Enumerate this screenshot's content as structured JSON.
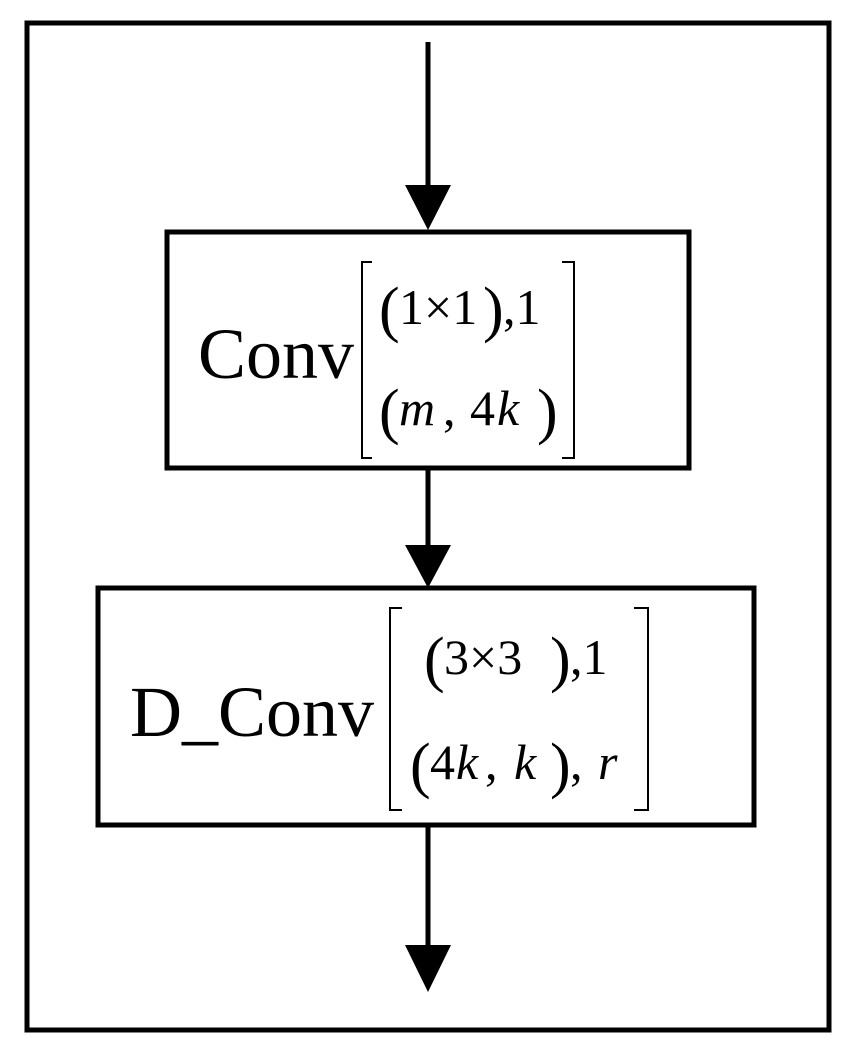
{
  "diagram": {
    "block1": {
      "label": "Conv",
      "row1": {
        "lparen": "(",
        "inner": "1×1",
        "rparen": ")",
        "suffix": ",1"
      },
      "row2": {
        "lparen": "(",
        "var1": "m",
        "comma": ",",
        "num": "4",
        "var2": "k",
        "rparen": ")"
      }
    },
    "block2": {
      "label": "D_Conv",
      "row1": {
        "lparen": "(",
        "inner": "3×3",
        "rparen": ")",
        "suffix": ",1"
      },
      "row2": {
        "lparen": "(",
        "num": "4",
        "var1": "k",
        "comma": ",",
        "var2": "k",
        "rparen": ")",
        "comma2": ",",
        "var3": "r"
      }
    }
  }
}
